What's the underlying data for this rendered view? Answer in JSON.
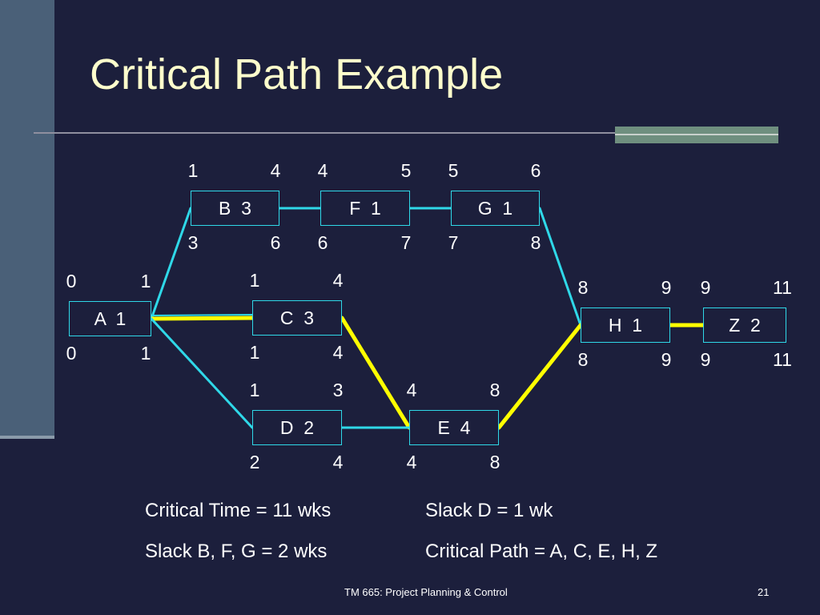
{
  "slide": {
    "title": "Critical Path Example",
    "footer_text": "TM 665:  Project Planning & Control",
    "page_number": "21"
  },
  "colors": {
    "background": "#1c1f3c",
    "edge": "#2fd8e8",
    "critical_edge": "#ffff00",
    "title": "#ffffcc"
  },
  "nodes": [
    {
      "id": "A",
      "label": "A  1",
      "es": "0",
      "ef": "1",
      "ls": "0",
      "lf": "1"
    },
    {
      "id": "B",
      "label": "B  3",
      "es": "1",
      "ef": "4",
      "ls": "3",
      "lf": "6"
    },
    {
      "id": "F",
      "label": "F  1",
      "es": "4",
      "ef": "5",
      "ls": "6",
      "lf": "7"
    },
    {
      "id": "G",
      "label": "G  1",
      "es": "5",
      "ef": "6",
      "ls": "7",
      "lf": "8"
    },
    {
      "id": "C",
      "label": "C  3",
      "es": "1",
      "ef": "4",
      "ls": "1",
      "lf": "4"
    },
    {
      "id": "D",
      "label": "D  2",
      "es": "1",
      "ef": "3",
      "ls": "2",
      "lf": "4"
    },
    {
      "id": "E",
      "label": "E  4",
      "es": "4",
      "ef": "8",
      "ls": "4",
      "lf": "8"
    },
    {
      "id": "H",
      "label": "H  1",
      "es": "8",
      "ef": "9",
      "ls": "8",
      "lf": "9"
    },
    {
      "id": "Z",
      "label": "Z  2",
      "es": "9",
      "ef": "11",
      "ls": "9",
      "lf": "11"
    }
  ],
  "edges": [
    {
      "from": "A",
      "to": "B",
      "critical": false
    },
    {
      "from": "B",
      "to": "F",
      "critical": false
    },
    {
      "from": "F",
      "to": "G",
      "critical": false
    },
    {
      "from": "G",
      "to": "H",
      "critical": false
    },
    {
      "from": "A",
      "to": "C",
      "critical": true
    },
    {
      "from": "C",
      "to": "E",
      "critical": true
    },
    {
      "from": "A",
      "to": "D",
      "critical": false
    },
    {
      "from": "D",
      "to": "E",
      "critical": false
    },
    {
      "from": "E",
      "to": "H",
      "critical": true
    },
    {
      "from": "H",
      "to": "Z",
      "critical": true
    }
  ],
  "notes": {
    "critical_time": "Critical Time = 11 wks",
    "slack_d": "Slack D = 1 wk",
    "slack_bfg": "Slack B, F, G = 2 wks",
    "critical_path": "Critical  Path =  A, C, E, H, Z"
  }
}
